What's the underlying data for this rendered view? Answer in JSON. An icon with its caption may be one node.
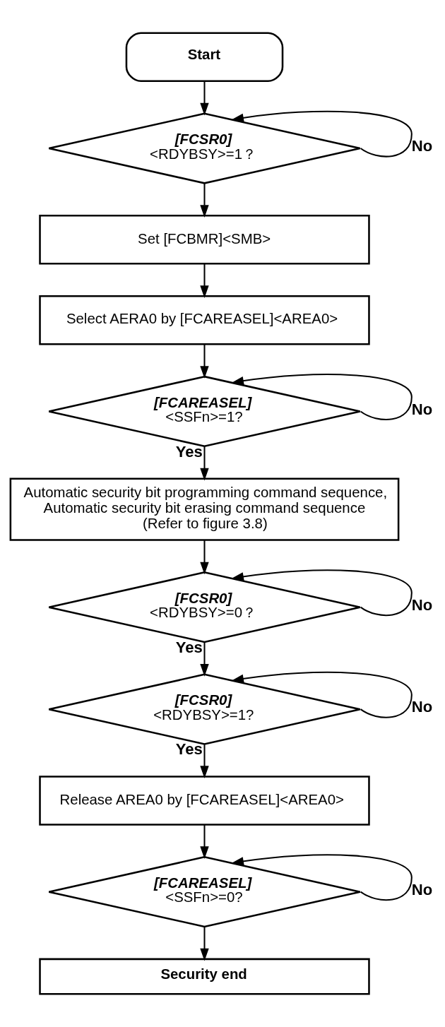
{
  "diagram": {
    "nodes": [
      {
        "text": [
          "Start"
        ]
      },
      {
        "text": [
          "[FCSR0]",
          "<RDYBSY>=1？"
        ]
      },
      {
        "text": [
          "Set [FCBMR]<SMB>"
        ]
      },
      {
        "text": [
          "Select AERA0 by [FCAREASEL]<AREA0>"
        ]
      },
      {
        "text": [
          "[FCAREASEL]",
          "<SSFn>=1?"
        ]
      },
      {
        "text": [
          "Automatic security bit programming command sequence, Automatic security bit erasing command sequence (Refer to figure 3.8)"
        ]
      },
      {
        "text": [
          "[FCSR0]",
          "<RDYBSY>=0？"
        ]
      },
      {
        "text": [
          "[FCSR0]",
          "<RDYBSY>=1?"
        ]
      },
      {
        "text": [
          "Release AREA0 by [FCAREASEL]<AREA0>"
        ]
      },
      {
        "text": [
          "[FCAREASEL]",
          "<SSFn>=0?"
        ]
      },
      {
        "text": [
          "Security end"
        ]
      }
    ],
    "edges": [
      {
        "from": 0,
        "to": 1,
        "arrow": "to"
      },
      {
        "from": 1,
        "to": 1,
        "arrow": "to",
        "label": "No"
      },
      {
        "from": 1,
        "to": 2,
        "arrow": "to"
      },
      {
        "from": 2,
        "to": 3,
        "arrow": "to"
      },
      {
        "from": 3,
        "to": 4,
        "arrow": "to"
      },
      {
        "from": 4,
        "to": 4,
        "arrow": "to",
        "label": "No"
      },
      {
        "from": 4,
        "to": 5,
        "arrow": "to",
        "label": "Yes"
      },
      {
        "from": 5,
        "to": 6,
        "arrow": "to"
      },
      {
        "from": 6,
        "to": 6,
        "arrow": "to",
        "label": "No"
      },
      {
        "from": 6,
        "to": 7,
        "arrow": "to",
        "label": "Yes"
      },
      {
        "from": 7,
        "to": 7,
        "arrow": "to",
        "label": "No"
      },
      {
        "from": 7,
        "to": 8,
        "arrow": "to",
        "label": "Yes"
      },
      {
        "from": 8,
        "to": 9,
        "arrow": "to"
      },
      {
        "from": 9,
        "to": 9,
        "arrow": "to",
        "label": "No"
      },
      {
        "from": 9,
        "to": 10,
        "arrow": "to"
      }
    ]
  }
}
